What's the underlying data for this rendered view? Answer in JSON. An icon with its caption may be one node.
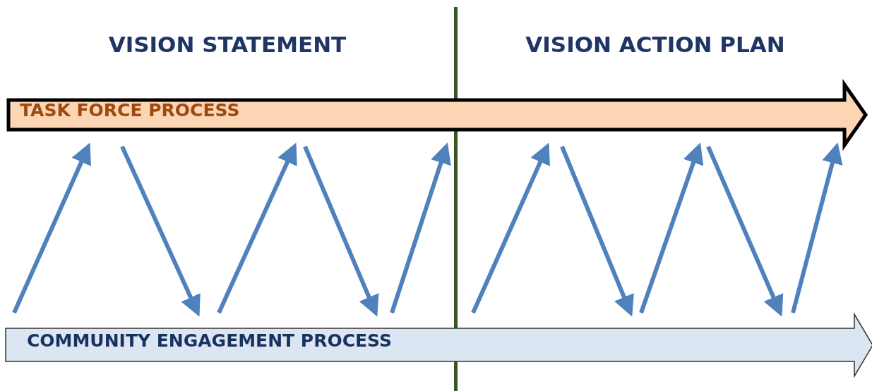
{
  "diagram": {
    "nodes": [
      {
        "text": [
          "TASK FORCE PROCESS"
        ]
      },
      {
        "text": [
          "COMMUNITY ENGAGEMENT PROCESS"
        ]
      }
    ],
    "edges": [
      {
        "from": 1,
        "to": 0,
        "arrow": "to"
      },
      {
        "from": 0,
        "to": 1,
        "arrow": "to"
      },
      {
        "from": 1,
        "to": 0,
        "arrow": "to"
      },
      {
        "from": 0,
        "to": 1,
        "arrow": "to"
      },
      {
        "from": 1,
        "to": 0,
        "arrow": "to"
      },
      {
        "from": 1,
        "to": 0,
        "arrow": "to"
      },
      {
        "from": 0,
        "to": 1,
        "arrow": "to"
      },
      {
        "from": 1,
        "to": 0,
        "arrow": "to"
      },
      {
        "from": 0,
        "to": 1,
        "arrow": "to"
      },
      {
        "from": 1,
        "to": 0,
        "arrow": "to"
      }
    ],
    "labels": [
      "VISION STATEMENT",
      "VISION ACTION PLAN"
    ]
  }
}
